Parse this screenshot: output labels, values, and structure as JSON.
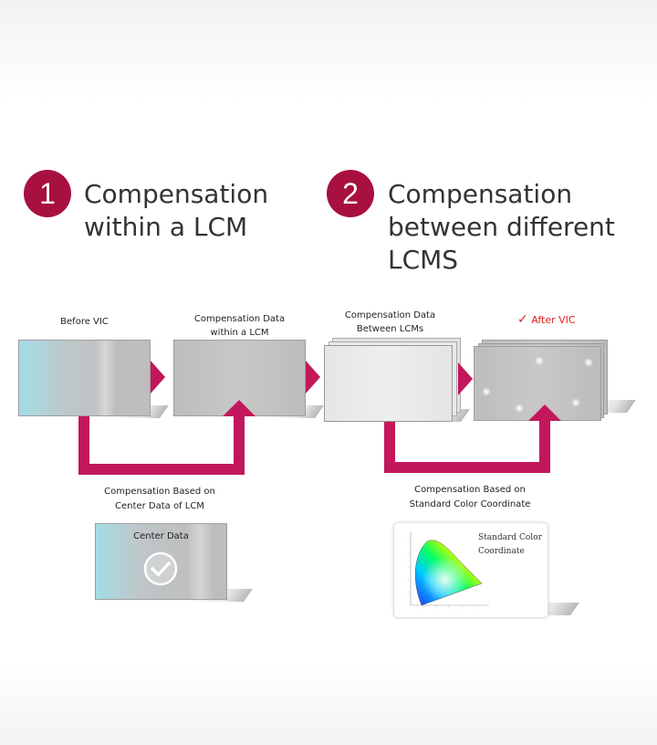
{
  "step1": {
    "number": "1",
    "title_line1": "Compensation",
    "title_line2": "within a LCM"
  },
  "step2": {
    "number": "2",
    "title_line1": "Compensation",
    "title_line2": "between different",
    "title_line3": "LCMS"
  },
  "panels": {
    "before_vic": "Before VIC",
    "comp_within_line1": "Compensation Data",
    "comp_within_line2": "within a LCM",
    "comp_between_line1": "Compensation Data",
    "comp_between_line2": "Between LCMs",
    "after_vic": "After VIC"
  },
  "bottom": {
    "left_caption_line1": "Compensation Based on",
    "left_caption_line2": "Center Data of LCM",
    "center_data_label": "Center Data",
    "right_caption_line1": "Compensation Based on",
    "right_caption_line2": "Standard Color Coordinate",
    "std_color_line1": "Standard Color",
    "std_color_line2": "Coordinate"
  },
  "colors": {
    "accent": "#a8113f",
    "arrow": "#c2185b",
    "check": "#e02020"
  },
  "icons": {
    "check": "checkmark-icon",
    "center_check": "check-circle-icon"
  }
}
